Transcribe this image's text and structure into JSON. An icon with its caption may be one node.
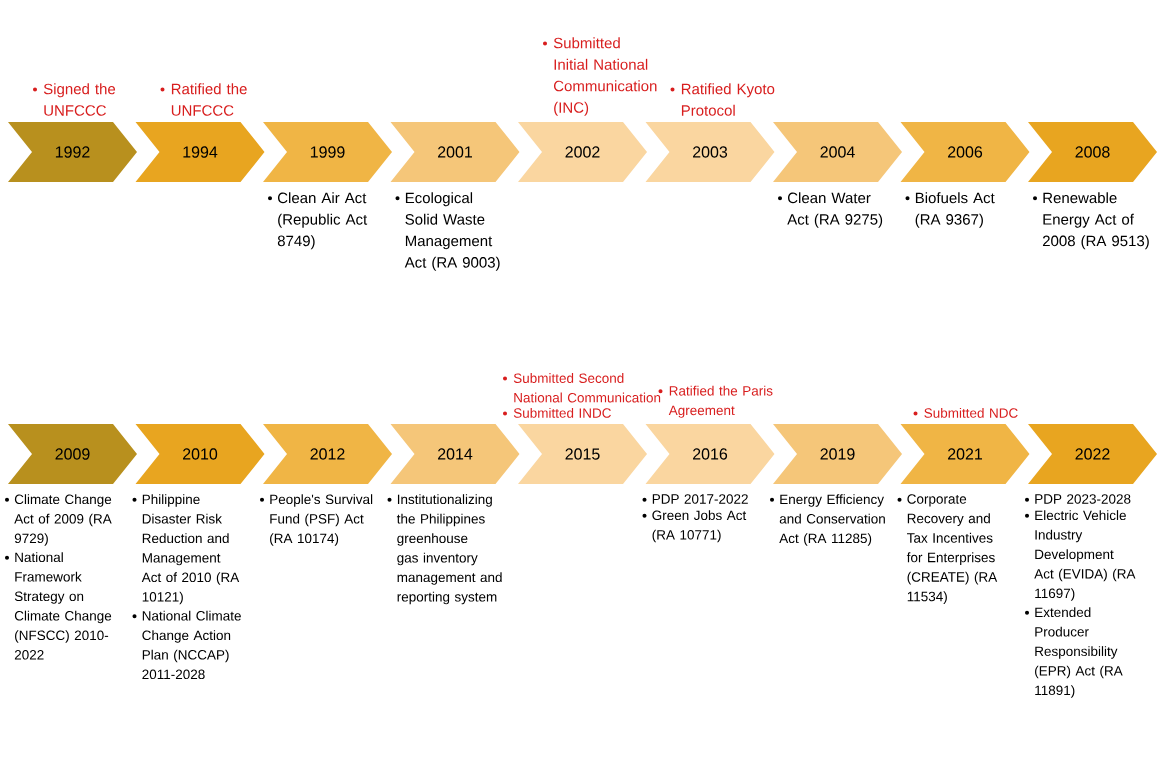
{
  "diagram": {
    "nodes": [
      {
        "text": [
          "1992"
        ],
        "beside": [
          "Signed the UNFCCC"
        ]
      },
      {
        "text": [
          "1994"
        ],
        "beside": [
          "Ratified the UNFCCC"
        ]
      },
      {
        "text": [
          "1999"
        ],
        "beside": [
          "Clean Air Act (Republic Act 8749)"
        ]
      },
      {
        "text": [
          "2001"
        ],
        "beside": [
          "Ecological Solid Waste Management Act (RA 9003)"
        ]
      },
      {
        "text": [
          "2002"
        ],
        "beside": [
          "Submitted Initial National Communication (INC)"
        ]
      },
      {
        "text": [
          "2003"
        ],
        "beside": [
          "Ratified Kyoto Protocol"
        ]
      },
      {
        "text": [
          "2004"
        ],
        "beside": [
          "Clean Water Act (RA 9275)"
        ]
      },
      {
        "text": [
          "2006"
        ],
        "beside": [
          "Biofuels Act (RA 9367)"
        ]
      },
      {
        "text": [
          "2008"
        ],
        "beside": [
          "Renewable Energy Act of 2008 (RA 9513)"
        ]
      },
      {
        "text": [
          "2009"
        ],
        "beside": [
          "Climate Change Act of 2009 (RA 9729)",
          "National Framework Strategy on Climate Change (NFSCC) 2010-2022"
        ]
      },
      {
        "text": [
          "2010"
        ],
        "beside": [
          "Philippine Disaster Risk Reduction and Management Act of 2010 (RA 10121)",
          "National Climate Change Action Plan (NCCAP) 2011-2028"
        ]
      },
      {
        "text": [
          "2012"
        ],
        "beside": [
          "People's Survival Fund (PSF) Act (RA 10174)"
        ]
      },
      {
        "text": [
          "2014"
        ],
        "beside": [
          "Institutionalizing the Philippines greenhouse gas inventory management and reporting system"
        ]
      },
      {
        "text": [
          "2015"
        ],
        "beside": [
          "Submitted Second National Communication",
          "Submitted INDC"
        ]
      },
      {
        "text": [
          "2016"
        ],
        "beside": [
          "Ratified the Paris Agreement",
          "PDP 2017-2022",
          "Green Jobs Act (RA 10771)"
        ]
      },
      {
        "text": [
          "2019"
        ],
        "beside": [
          "Energy Efficiency and Conservation Act (RA 11285)"
        ]
      },
      {
        "text": [
          "2021"
        ],
        "beside": [
          "Submitted NDC",
          "Corporate Recovery and Tax Incentives for Enterprises (CREATE) (RA 11534)"
        ]
      },
      {
        "text": [
          "2022"
        ],
        "beside": [
          "PDP 2023-2028",
          "Electric Vehicle Industry Development Act (EVIDA) (RA 11697)",
          "Extended Producer Responsibility (EPR) Act (RA 11891)"
        ]
      }
    ]
  }
}
